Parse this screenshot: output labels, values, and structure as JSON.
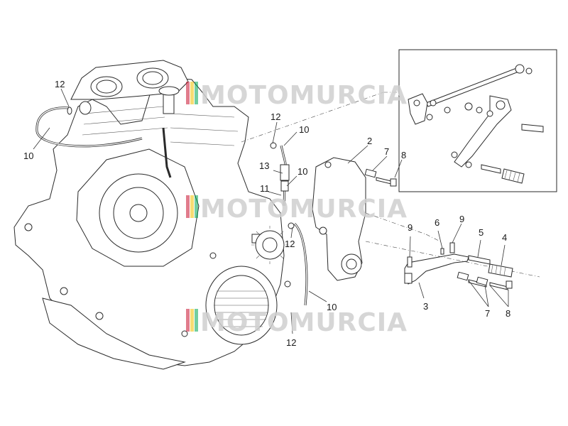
{
  "watermark": {
    "text": "MOTOMURCIA",
    "flag_colors": [
      "#c8102e",
      "#f1bf00",
      "#00a651"
    ]
  },
  "callouts": {
    "c12_top_left": "12",
    "c10_left": "10",
    "c12_mid": "12",
    "c10_mid_upper": "10",
    "c2": "2",
    "c7_top": "7",
    "c8_top": "8",
    "c13": "13",
    "c10_mid": "10",
    "c11": "11",
    "c12_sprocket": "12",
    "c10_bottom": "10",
    "c12_bottom": "12",
    "c9_left": "9",
    "c6": "6",
    "c9_right": "9",
    "c5": "5",
    "c4": "4",
    "c3": "3",
    "c7_bottom": "7",
    "c8_bottom": "8"
  }
}
